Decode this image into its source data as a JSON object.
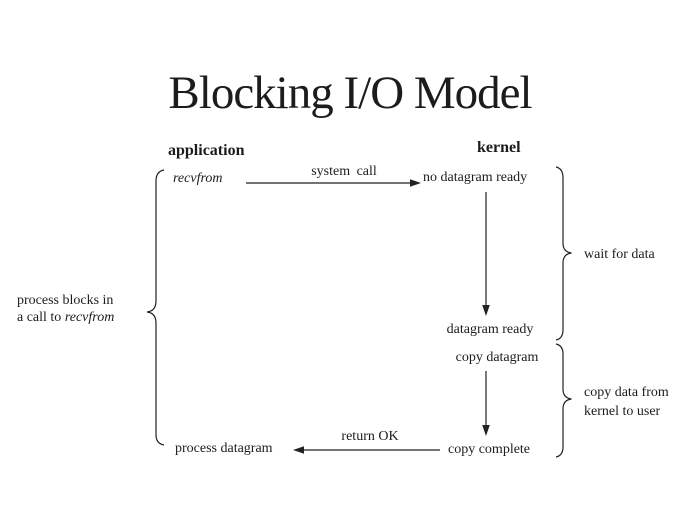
{
  "title": "Blocking I/O Model",
  "columns": {
    "application": "application",
    "kernel": "kernel"
  },
  "nodes": {
    "recvfrom": "recvfrom",
    "no_datagram_ready": "no datagram ready",
    "datagram_ready": "datagram ready",
    "copy_datagram": "copy datagram",
    "copy_complete": "copy complete",
    "process_datagram": "process datagram"
  },
  "arrows": {
    "system_call": "system call",
    "return_ok": "return OK"
  },
  "annotations": {
    "wait_for_data": "wait for data",
    "copy_data_line1": "copy data from",
    "copy_data_line2": "kernel to user",
    "process_blocks_line1": "process blocks in",
    "process_blocks_line2_prefix": "a call to ",
    "process_blocks_line2_italic": "recvfrom"
  },
  "colors": {
    "background": "#ffffff",
    "ink": "#1c1c1c"
  }
}
